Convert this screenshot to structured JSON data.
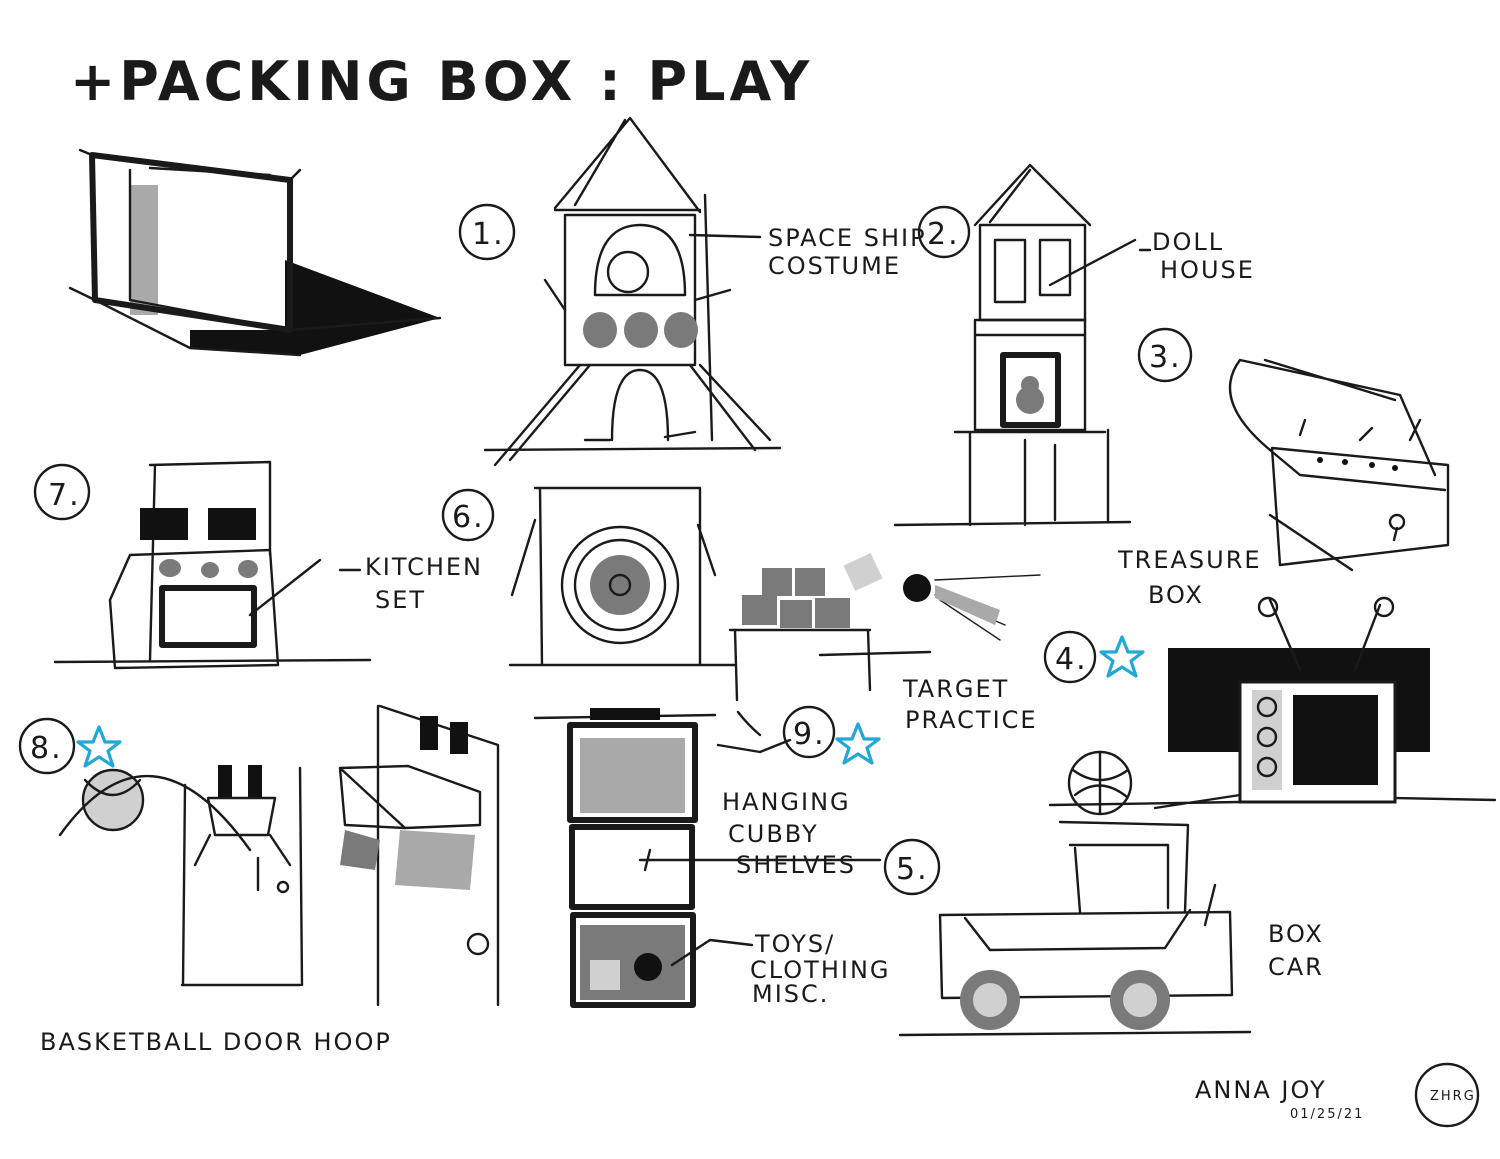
{
  "title": "+PACKING BOX : PLAY",
  "items": [
    {
      "number": "1.",
      "label_lines": [
        "SPACE SHIP",
        "COSTUME"
      ]
    },
    {
      "number": "2.",
      "label_lines": [
        "DOLL",
        "HOUSE"
      ]
    },
    {
      "number": "3.",
      "label_lines": [
        "TREASURE",
        "BOX"
      ]
    },
    {
      "number": "4.",
      "starred": true
    },
    {
      "number": "5.",
      "label_lines": [
        "BOX",
        "CAR"
      ]
    },
    {
      "number": "6.",
      "label_lines": [
        "TARGET",
        "PRACTICE"
      ]
    },
    {
      "number": "7.",
      "label_lines": [
        "KITCHEN",
        "SET"
      ]
    },
    {
      "number": "8.",
      "starred": true,
      "label_lines": [
        "BASKETBALL DOOR HOOP"
      ]
    },
    {
      "number": "9.",
      "starred": true,
      "label_lines": [
        "HANGING",
        "CUBBY",
        "SHELVES"
      ]
    }
  ],
  "note_lines": [
    "TOYS/",
    "CLOTHING",
    "MISC."
  ],
  "signature": {
    "name": "ANNA JOY",
    "date": "01/25/21",
    "logo_text": "ZHRG."
  },
  "colors": {
    "ink": "#1a1a1a",
    "star": "#22a8d6",
    "shade": "#7a7a7a"
  }
}
